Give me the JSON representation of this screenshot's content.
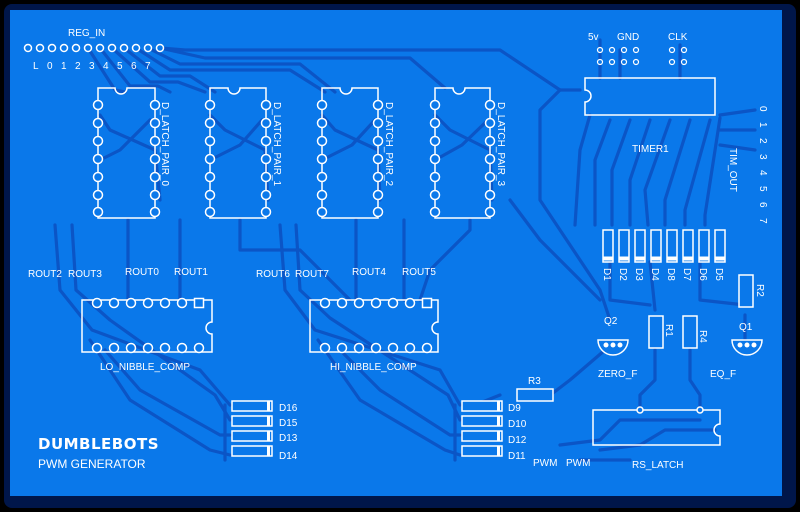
{
  "colors": {
    "background": "#000000",
    "frame": "#00164a",
    "board": "#0a78ea",
    "trace": "#0b55c6",
    "silk": "#ffffff"
  },
  "board": {
    "brand": "DUMBLEBOTS",
    "title": "PWM GENERATOR"
  },
  "reg_in": {
    "label": "REG_IN",
    "pins": [
      "L",
      "0",
      "1",
      "2",
      "3",
      "4",
      "5",
      "6",
      "7"
    ]
  },
  "latches": [
    {
      "name": "D_LATCH_PAIR_0"
    },
    {
      "name": "D_LATCH_PAIR_1"
    },
    {
      "name": "D_LATCH_PAIR_2"
    },
    {
      "name": "D_LATCH_PAIR_3"
    }
  ],
  "timer": {
    "name": "TIMER1",
    "supply_labels": [
      "5v",
      "GND",
      "CLK"
    ],
    "out_label": "TIM_OUT",
    "out_pins": [
      "0",
      "1",
      "2",
      "3",
      "4",
      "5",
      "6",
      "7"
    ]
  },
  "diode_bank": {
    "labels": [
      "D1",
      "D2",
      "D3",
      "D4",
      "D8",
      "D7",
      "D6",
      "D5"
    ]
  },
  "route_labels": {
    "lo": [
      "ROUT2",
      "ROUT3",
      "ROUT0",
      "ROUT1"
    ],
    "hi": [
      "ROUT6",
      "ROUT7",
      "ROUT4",
      "ROUT5"
    ]
  },
  "comparators": [
    {
      "name": "LO_NIBBLE_COMP"
    },
    {
      "name": "HI_NIBBLE_COMP"
    }
  ],
  "diodes_left": [
    "D16",
    "D15",
    "D13",
    "D14"
  ],
  "diodes_right": [
    "D9",
    "D10",
    "D12",
    "D11"
  ],
  "transistors": [
    "Q2",
    "Q1"
  ],
  "resistors": [
    "R1",
    "R4",
    "R2",
    "R3"
  ],
  "flags": [
    "ZERO_F",
    "EQ_F"
  ],
  "rs_latch": {
    "name": "RS_LATCH",
    "pwm_labels": [
      "PWM",
      "PWM"
    ]
  }
}
